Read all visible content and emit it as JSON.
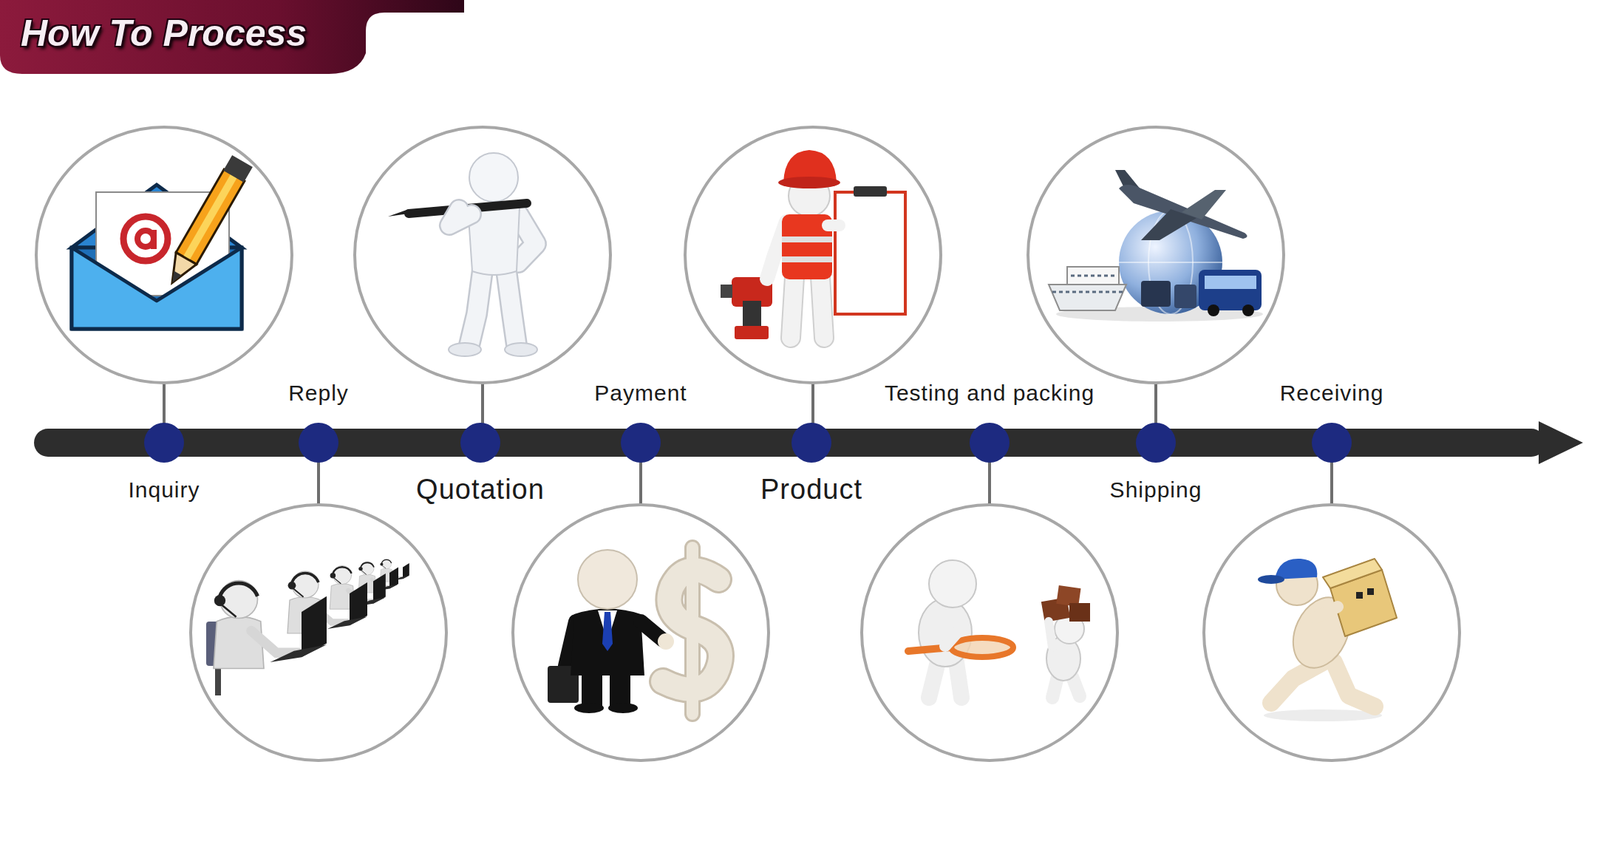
{
  "diagram": {
    "title": "How To Process",
    "labels": [
      "Inquiry",
      "Reply",
      "Quotation",
      "Payment",
      "Product",
      "Testing and packing",
      "Shipping",
      "Receiving"
    ]
  }
}
